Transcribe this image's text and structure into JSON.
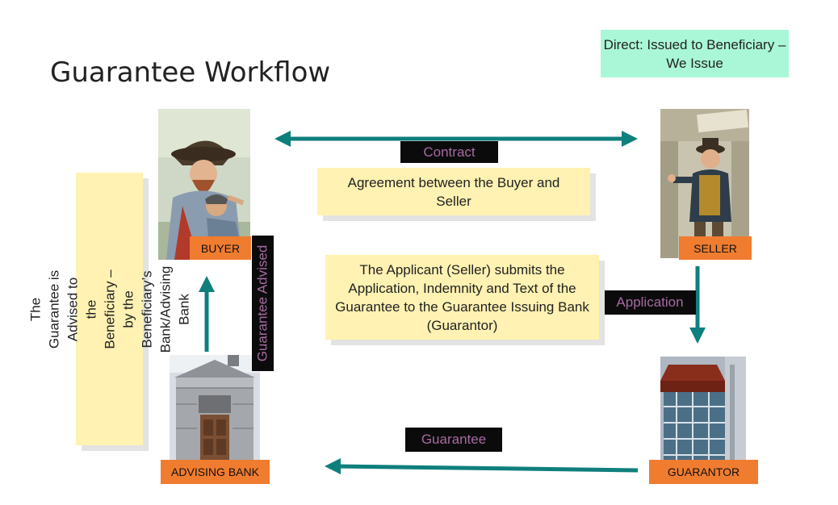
{
  "title": "Guarantee Workflow",
  "direct_note": "Direct: Issued to Beneficiary – We Issue",
  "agreement_note": "Agreement between the Buyer and Seller",
  "application_note": "The Applicant (Seller) submits the Application, Indemnity and Text of the Guarantee to the Guarantee Issuing Bank (Guarantor)",
  "advised_note": "The Guarantee is Advised to the Beneficiary – by the Beneficiary’s Bank/Advising Bank",
  "labels": {
    "contract": "Contract",
    "application": "Application",
    "guarantee": "Guarantee",
    "guarantee_advised": "Guarantee Advised"
  },
  "parties": {
    "buyer": "BUYER",
    "seller": "SELLER",
    "advising_bank": "ADVISING BANK",
    "guarantor": "GUARANTOR"
  },
  "colors": {
    "arrow": "#0f7f7d",
    "tag": "#f07c2f",
    "note": "#fff2b2",
    "direct_note": "#a9f7d6"
  }
}
